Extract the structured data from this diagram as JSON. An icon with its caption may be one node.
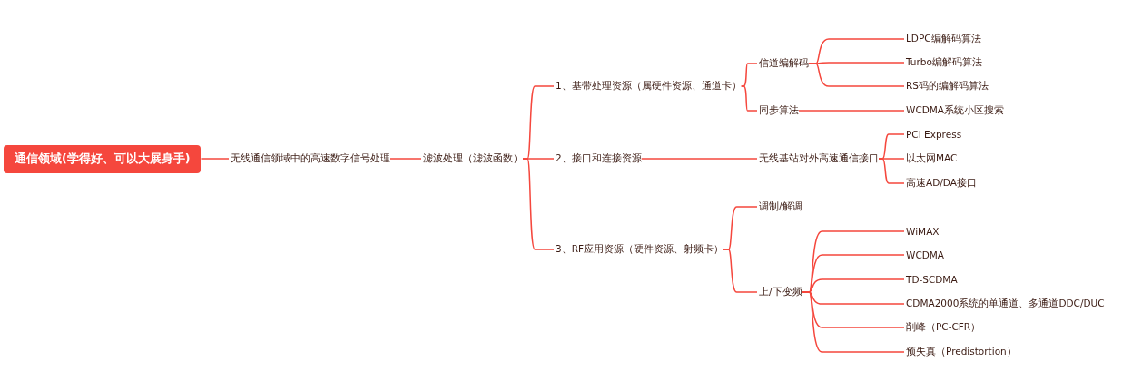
{
  "diagram": {
    "nodes": [
      {
        "text": [
          "通信领域(学得好、可以大展身手)"
        ]
      },
      {
        "text": [
          "无线通信领域中的高速数字信号处理"
        ]
      },
      {
        "text": [
          "滤波处理（滤波函数）"
        ]
      },
      {
        "text": [
          "1、基带处理资源（属硬件资源、通道卡）"
        ]
      },
      {
        "text": [
          "信道编解码"
        ]
      },
      {
        "text": [
          "LDPC编解码算法"
        ]
      },
      {
        "text": [
          "Turbo编解码算法"
        ]
      },
      {
        "text": [
          "RS码的编解码算法"
        ]
      },
      {
        "text": [
          "同步算法"
        ]
      },
      {
        "text": [
          "WCDMA系统小区搜索"
        ]
      },
      {
        "text": [
          "2、接口和连接资源"
        ]
      },
      {
        "text": [
          "无线基站对外高速通信接口"
        ]
      },
      {
        "text": [
          "PCI Express"
        ]
      },
      {
        "text": [
          "以太网MAC"
        ]
      },
      {
        "text": [
          "高速AD/DA接口"
        ]
      },
      {
        "text": [
          "3、RF应用资源（硬件资源、射频卡）"
        ]
      },
      {
        "text": [
          "调制/解调"
        ]
      },
      {
        "text": [
          "上/下变频"
        ]
      },
      {
        "text": [
          "WiMAX"
        ]
      },
      {
        "text": [
          "WCDMA"
        ]
      },
      {
        "text": [
          "TD-SCDMA"
        ]
      },
      {
        "text": [
          "CDMA2000系统的单通道、多通道DDC/DUC"
        ]
      },
      {
        "text": [
          "削峰（PC-CFR）"
        ]
      },
      {
        "text": [
          "预失真（Predistortion）"
        ]
      }
    ],
    "edges": [
      {
        "from": 0,
        "to": 1,
        "arrow": "none"
      },
      {
        "from": 1,
        "to": 2,
        "arrow": "none"
      },
      {
        "from": 2,
        "to": 3,
        "arrow": "none"
      },
      {
        "from": 2,
        "to": 10,
        "arrow": "none"
      },
      {
        "from": 2,
        "to": 15,
        "arrow": "none"
      },
      {
        "from": 3,
        "to": 4,
        "arrow": "none"
      },
      {
        "from": 3,
        "to": 8,
        "arrow": "none"
      },
      {
        "from": 4,
        "to": 5,
        "arrow": "none"
      },
      {
        "from": 4,
        "to": 6,
        "arrow": "none"
      },
      {
        "from": 4,
        "to": 7,
        "arrow": "none"
      },
      {
        "from": 8,
        "to": 9,
        "arrow": "none"
      },
      {
        "from": 10,
        "to": 11,
        "arrow": "none"
      },
      {
        "from": 11,
        "to": 12,
        "arrow": "none"
      },
      {
        "from": 11,
        "to": 13,
        "arrow": "none"
      },
      {
        "from": 11,
        "to": 14,
        "arrow": "none"
      },
      {
        "from": 15,
        "to": 16,
        "arrow": "none"
      },
      {
        "from": 15,
        "to": 17,
        "arrow": "none"
      },
      {
        "from": 17,
        "to": 18,
        "arrow": "none"
      },
      {
        "from": 17,
        "to": 19,
        "arrow": "none"
      },
      {
        "from": 17,
        "to": 20,
        "arrow": "none"
      },
      {
        "from": 17,
        "to": 21,
        "arrow": "none"
      },
      {
        "from": 17,
        "to": 22,
        "arrow": "none"
      },
      {
        "from": 17,
        "to": 23,
        "arrow": "none"
      }
    ]
  }
}
